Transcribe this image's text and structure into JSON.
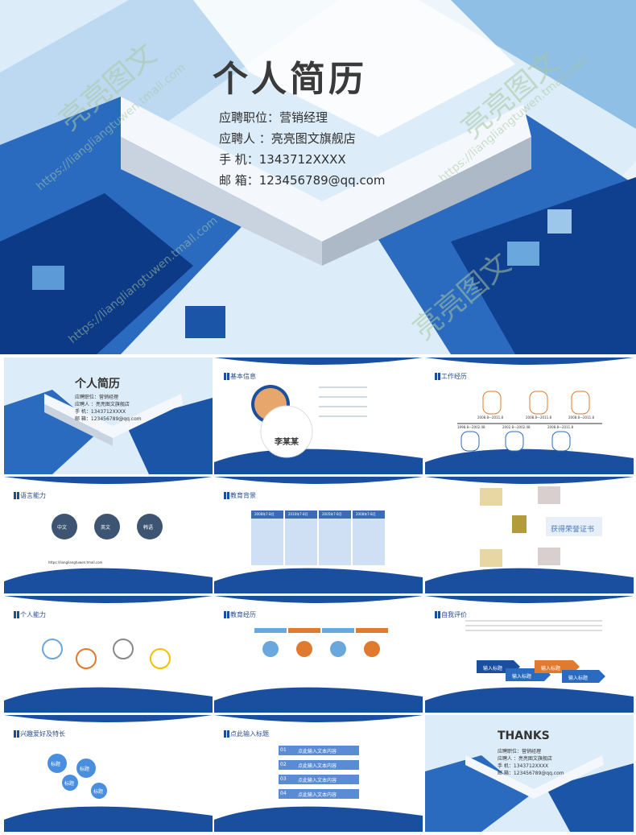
{
  "hero": {
    "title": "个人简历",
    "position_line": "应聘职位：营销经理",
    "applicant_line": "应聘人 ：亮亮图文旗舰店",
    "phone_line": "手    机：1343712XXXX",
    "email_line": "邮    箱：123456789@qq.com",
    "watermark_brand": "亮亮图文",
    "watermark_url": "https://liangliangtuwen.tmall.com"
  },
  "slides": {
    "s1": {
      "title": "个人简历",
      "l1": "应聘职位：营销经理",
      "l2": "应聘人 ：亮亮图文旗舰店",
      "l3": "手    机：1343712XXXX",
      "l4": "邮    箱：123456789@qq.com"
    },
    "s2": {
      "header": "基本信息",
      "name": "李某某"
    },
    "s3": {
      "header": "工作经历",
      "d1": "2008.8—2011.8",
      "d2": "2008.8—2011.8",
      "d3": "2008.8—2011.8",
      "d4": "1998.8—2002.08",
      "d5": "2002.8—2002.08",
      "d6": "2008.8—2011.8"
    },
    "s4": {
      "header": "语言能力",
      "c1": "中文",
      "c2": "英文",
      "c3": "韩语",
      "url": "https://liangliangtuwen.tmall.com"
    },
    "s5": {
      "header": "教育背景",
      "t1": "2008年7-8月",
      "t2": "2010年7-8月",
      "t3": "2005年7-8月",
      "t4": "2008年7-8月"
    },
    "s6": {
      "header": "",
      "cert": "获得荣誉证书"
    },
    "s7": {
      "header": "个人能力"
    },
    "s8": {
      "header": "教育经历"
    },
    "s9": {
      "header": "自我评价",
      "a1": "输入标题",
      "a2": "输入标题",
      "a3": "输入标题",
      "a4": "输入标题"
    },
    "s10": {
      "header": "兴趣爱好及特长",
      "b1": "标题",
      "b2": "标题",
      "b3": "标题",
      "b4": "标题"
    },
    "s11": {
      "header": "点此输入标题",
      "r1": "01",
      "r2": "02",
      "r3": "03",
      "r4": "04",
      "txt": "点此输入文本内容"
    },
    "s12": {
      "title": "THANKS",
      "l1": "应聘职位：营销经理",
      "l2": "应聘人 ：亮亮图文旗舰店",
      "l3": "手    机：1343712XXXX",
      "l4": "邮    箱：123456789@qq.com"
    }
  },
  "colors": {
    "primary": "#1a4fa0",
    "light": "#cfe4f7",
    "orange": "#e07a2e"
  }
}
